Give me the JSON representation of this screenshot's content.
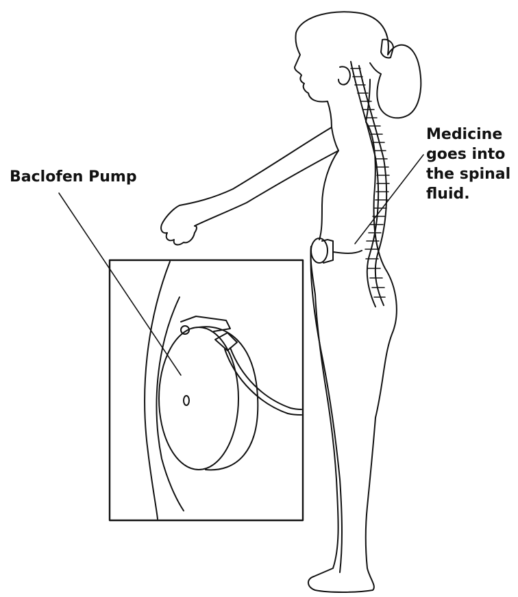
{
  "labels": {
    "pump": "Baclofen Pump",
    "medicine_lines": [
      "Medicine",
      "goes into",
      "the spinal",
      "fluid."
    ]
  },
  "colors": {
    "ink": "#111111",
    "background": "#ffffff"
  }
}
